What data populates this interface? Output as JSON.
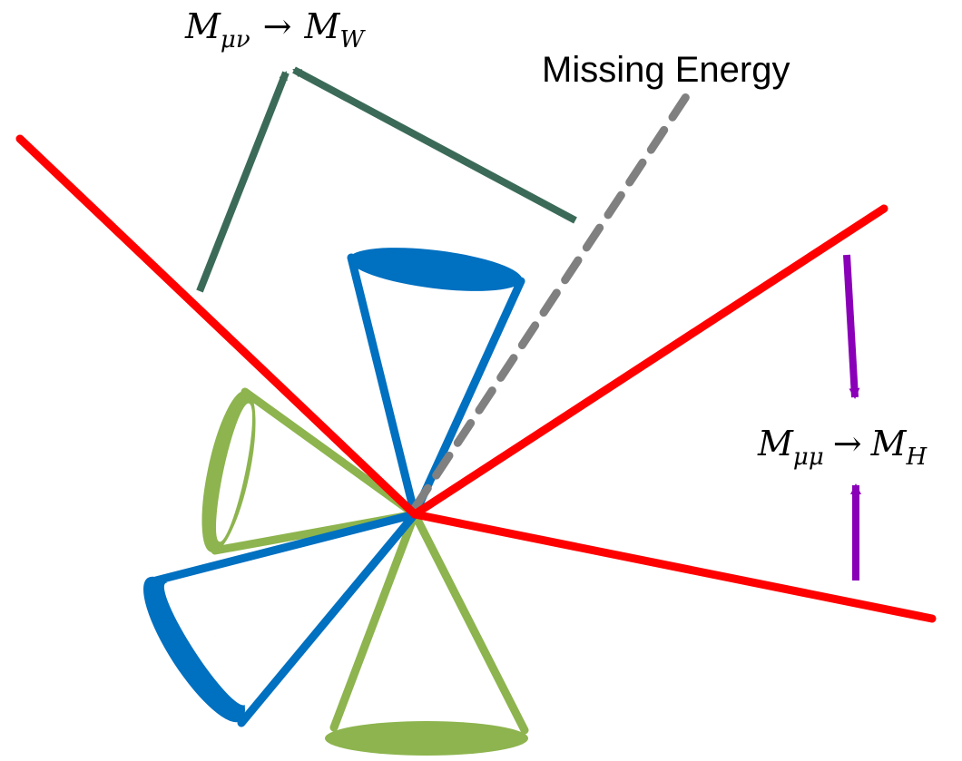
{
  "labels": {
    "w_mass": {
      "lhs_symbol": "M",
      "lhs_subscript": "μν",
      "arrow": "→",
      "rhs_symbol": "M",
      "rhs_subscript": "W"
    },
    "higgs_mass": {
      "lhs_symbol": "M",
      "lhs_subscript": "μμ",
      "arrow": "→",
      "rhs_symbol": "M",
      "rhs_subscript": "H"
    },
    "missing_energy": "Missing Energy"
  },
  "colors": {
    "muon_track": "#ff0000",
    "jet_blue": "#0070c0",
    "jet_green": "#8db44e",
    "w_reconstruction_arrow": "#3b6b58",
    "higgs_reconstruction_arrow": "#8a00b8",
    "missing_energy_line": "#808080",
    "text": "#000000"
  }
}
